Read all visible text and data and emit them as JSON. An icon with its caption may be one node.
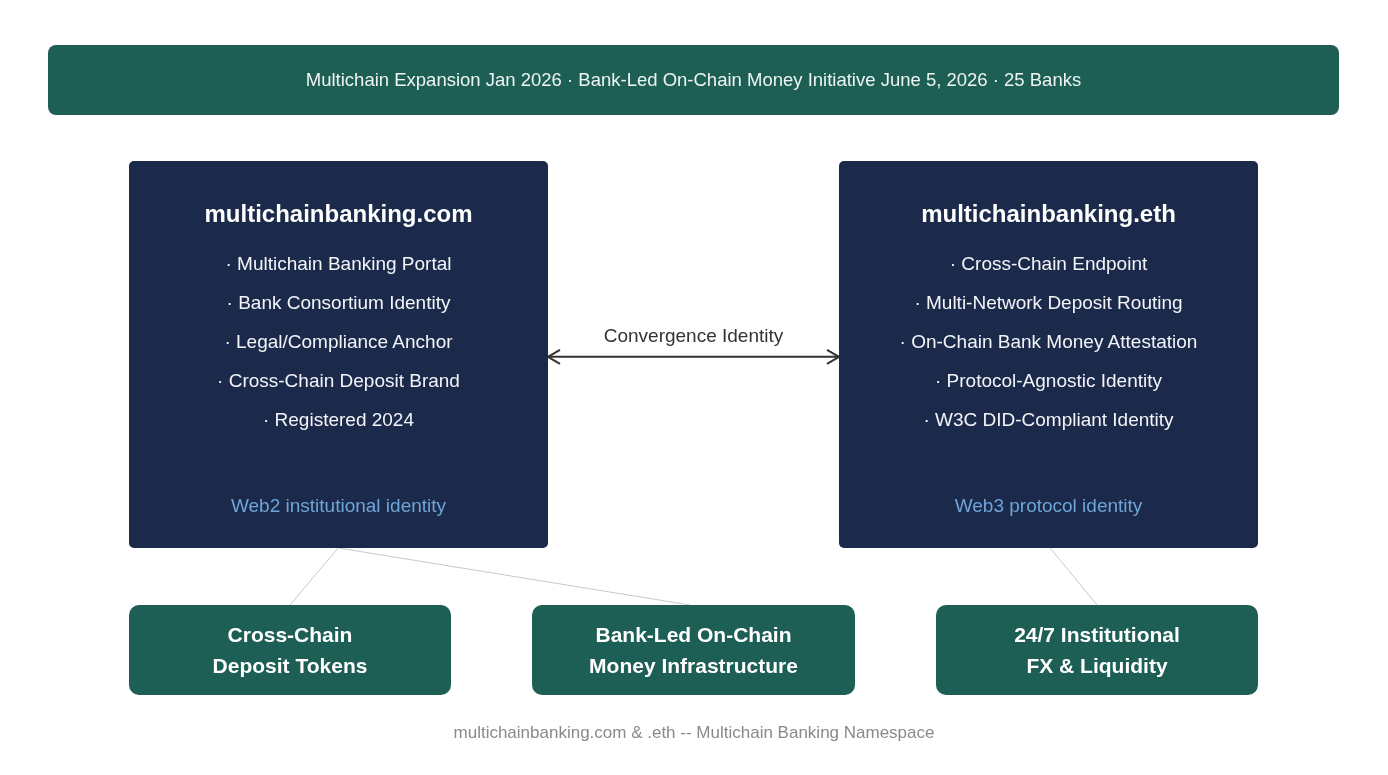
{
  "diagram": {
    "title": "Multichain Expansion Jan 2026 · Bank-Led On-Chain Money Initiative June 5, 2026 · 25 Banks",
    "caption": "multichainbanking.com & .eth -- Multichain Banking Namespace",
    "nodes": [
      {
        "text": [
          "multichainbanking.com",
          "· Multichain Banking Portal",
          "· Bank Consortium Identity",
          "· Legal/Compliance Anchor",
          "· Cross-Chain Deposit Brand",
          "· Registered 2024",
          "Web2 institutional identity"
        ]
      },
      {
        "text": [
          "multichainbanking.eth",
          "· Cross-Chain Endpoint",
          "· Multi-Network Deposit Routing",
          "· On-Chain Bank Money Attestation",
          "· Protocol-Agnostic Identity",
          "· W3C DID-Compliant Identity",
          "Web3 protocol identity"
        ]
      },
      {
        "text": [
          "Cross-Chain Deposit Tokens"
        ]
      },
      {
        "text": [
          "Bank-Led On-Chain Money Infrastructure"
        ]
      },
      {
        "text": [
          "24/7 Institutional FX & Liquidity"
        ]
      }
    ],
    "edges": [
      {
        "from": 0,
        "to": 1,
        "arrow": "both",
        "label": "Convergence Identity",
        "color": "#333333"
      },
      {
        "from": 0,
        "to": 2,
        "arrow": "none"
      },
      {
        "from": 0,
        "to": 3,
        "arrow": "none"
      },
      {
        "from": 1,
        "to": 4,
        "arrow": "none"
      }
    ]
  }
}
